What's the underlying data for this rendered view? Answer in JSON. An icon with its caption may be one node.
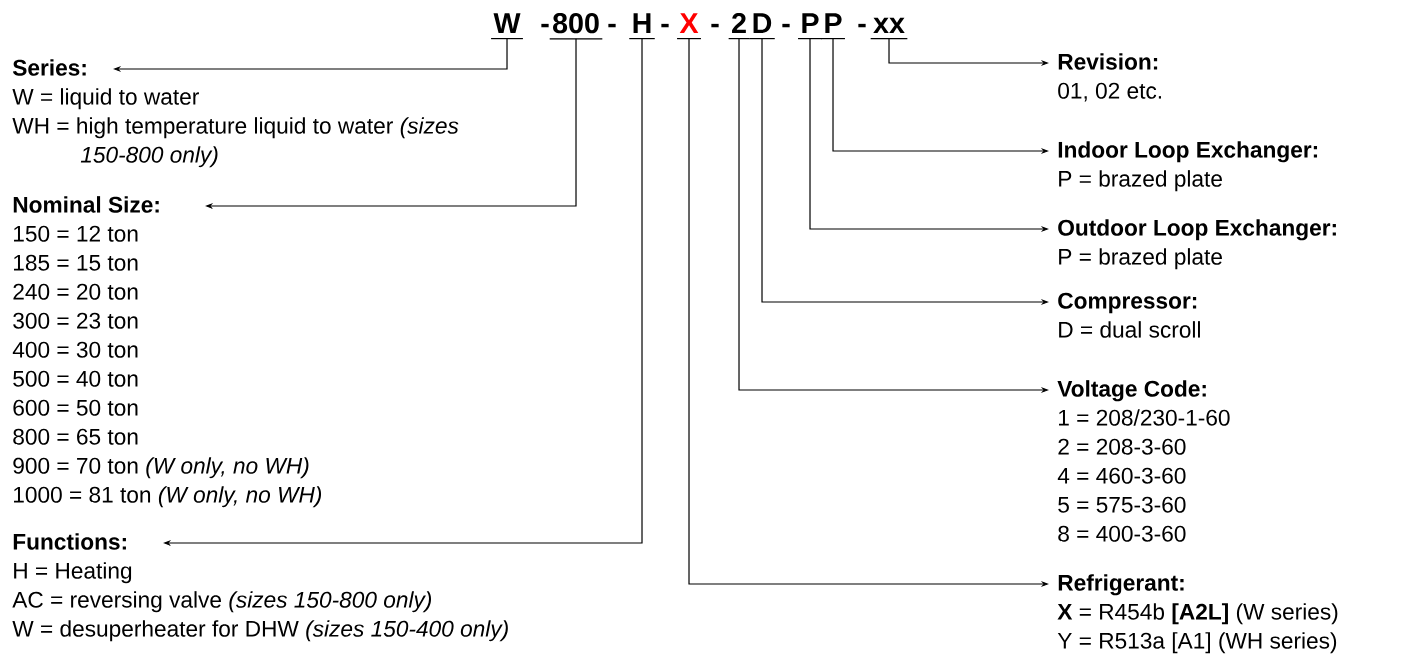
{
  "diagram": {
    "nodes": [
      {
        "text": [
          "W"
        ]
      },
      {
        "text": [
          "800"
        ]
      },
      {
        "text": [
          "H"
        ]
      },
      {
        "text": [
          "X"
        ]
      },
      {
        "text": [
          "2"
        ]
      },
      {
        "text": [
          "D"
        ]
      },
      {
        "text": [
          "P"
        ]
      },
      {
        "text": [
          "P"
        ]
      },
      {
        "text": [
          "xx"
        ]
      },
      {
        "text": [
          "Series:",
          "W = liquid to water",
          "WH = high temperature liquid to water *(sizes 150-800 only)*"
        ]
      },
      {
        "text": [
          "Nominal Size:",
          "150 = 12 ton",
          "185 = 15 ton",
          "240 = 20 ton",
          "300 = 23 ton",
          "400 = 30 ton",
          "500 = 40 ton",
          "600 = 50 ton",
          "800 = 65 ton",
          "900 = 70 ton *(W only, no WH)*",
          "1000 = 81 ton *(W only, no WH)*"
        ]
      },
      {
        "text": [
          "Functions:",
          "H = Heating",
          "AC = reversing valve *(sizes 150-800 only)*",
          "W = desuperheater for DHW *(sizes 150-400 only)*"
        ]
      },
      {
        "text": [
          "Revision:",
          "01, 02 etc."
        ]
      },
      {
        "text": [
          "Indoor Loop Exchanger:",
          "P = brazed plate"
        ]
      },
      {
        "text": [
          "Outdoor Loop Exchanger:",
          "P = brazed plate"
        ]
      },
      {
        "text": [
          "Compressor:",
          "D = dual scroll"
        ]
      },
      {
        "text": [
          "Voltage Code:",
          "1 = 208/230-1-60",
          "2 = 208-3-60",
          "4 = 460-3-60",
          "5 = 575-3-60",
          "8 = 400-3-60"
        ]
      },
      {
        "text": [
          "Refrigerant:",
          "**X** = R454b **[A2L]** (W series)",
          "Y = R513a [A1] (WH series)"
        ]
      }
    ],
    "edges": [
      {
        "from": 0,
        "to": 9,
        "arrow": "to"
      },
      {
        "from": 1,
        "to": 10,
        "arrow": "to"
      },
      {
        "from": 2,
        "to": 11,
        "arrow": "to"
      },
      {
        "from": 3,
        "to": 17,
        "arrow": "to"
      },
      {
        "from": 4,
        "to": 16,
        "arrow": "to"
      },
      {
        "from": 5,
        "to": 15,
        "arrow": "to"
      },
      {
        "from": 6,
        "to": 14,
        "arrow": "to"
      },
      {
        "from": 7,
        "to": 13,
        "arrow": "to"
      },
      {
        "from": 8,
        "to": 12,
        "arrow": "to"
      }
    ],
    "labels": [
      "-",
      "-",
      "-",
      "-",
      "-",
      "-"
    ]
  }
}
